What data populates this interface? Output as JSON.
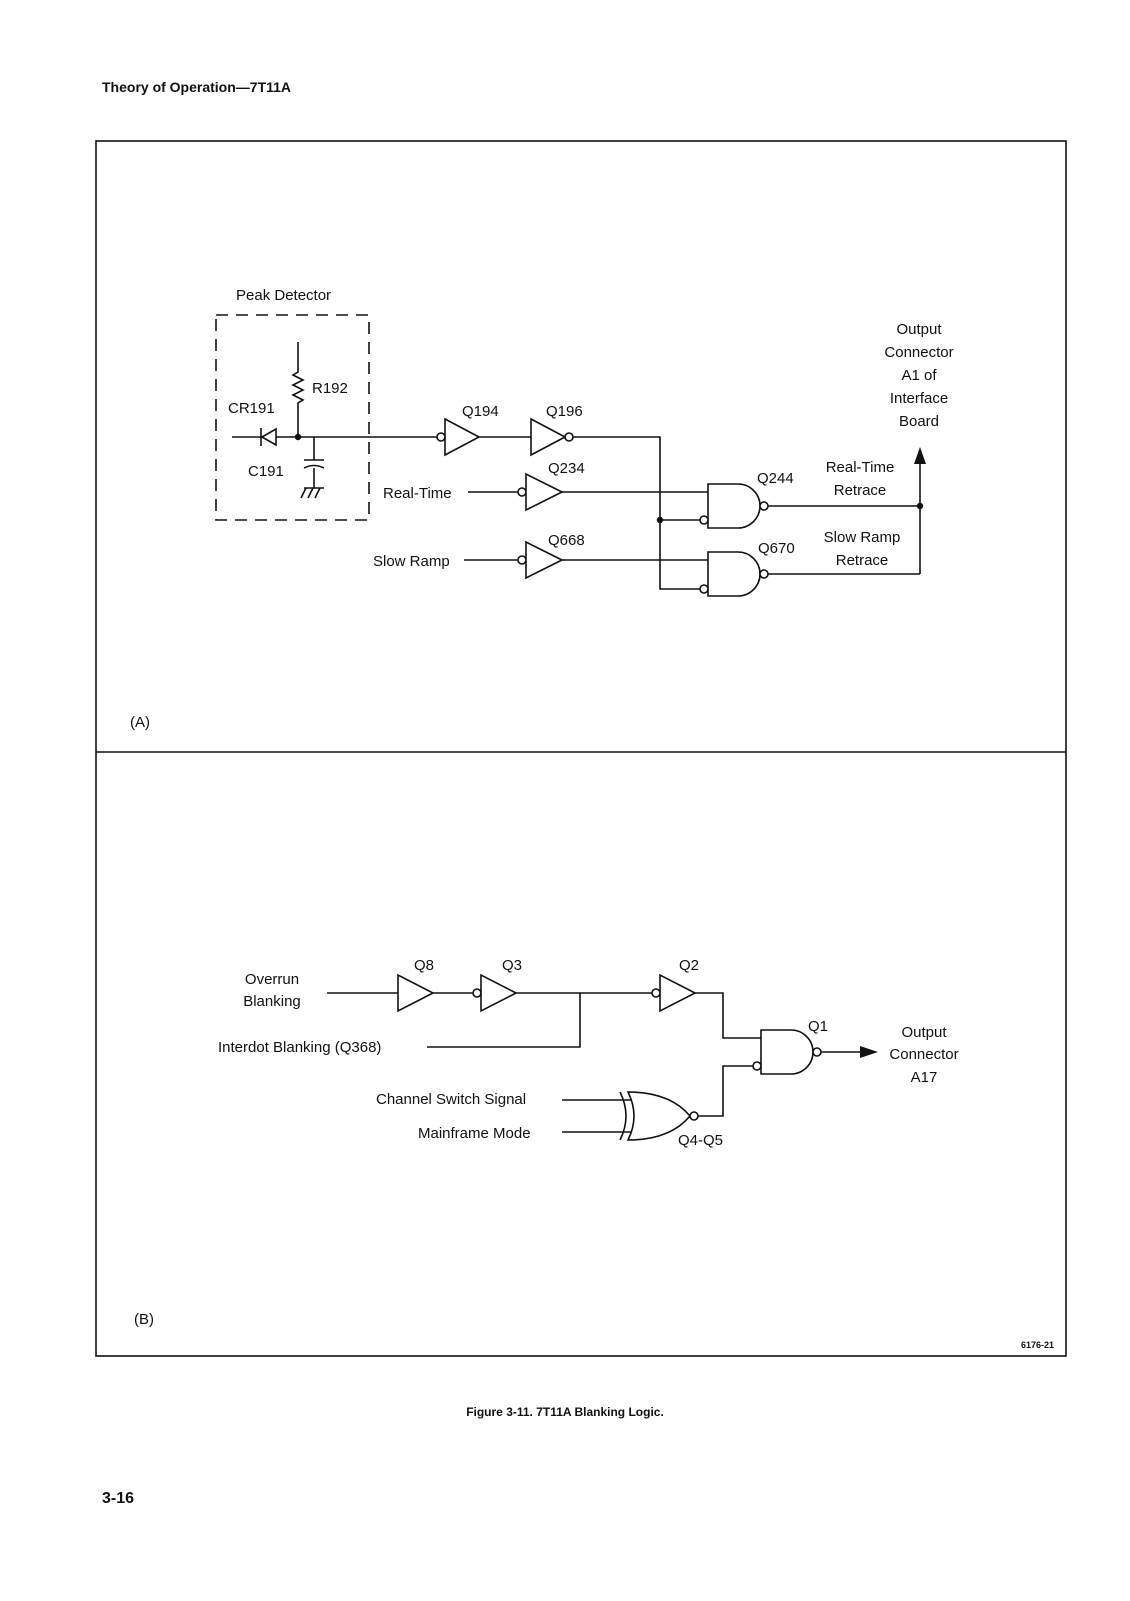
{
  "page": {
    "header": "Theory of Operation—7T11A",
    "caption": "Figure 3-11. 7T11A Blanking Logic.",
    "page_number": "3-16",
    "figure_code": "6176-21"
  },
  "panel_a": {
    "tag": "(A)",
    "peak_detector": "Peak Detector",
    "r192": "R192",
    "cr191": "CR191",
    "c191": "C191",
    "q194": "Q194",
    "q196": "Q196",
    "q234": "Q234",
    "q668": "Q668",
    "q244": "Q244",
    "q670": "Q670",
    "real_time": "Real-Time",
    "slow_ramp": "Slow Ramp",
    "real_time_retrace_1": "Real-Time",
    "real_time_retrace_2": "Retrace",
    "slow_ramp_retrace_1": "Slow Ramp",
    "slow_ramp_retrace_2": "Retrace",
    "output_1": "Output",
    "output_2": "Connector",
    "output_3": "A1 of",
    "output_4": "Interface",
    "output_5": "Board"
  },
  "panel_b": {
    "tag": "(B)",
    "overrun_1": "Overrun",
    "overrun_2": "Blanking",
    "interdot": "Interdot  Blanking (Q368)",
    "channel_switch": "Channel Switch Signal",
    "mainframe_mode": "Mainframe Mode",
    "q8": "Q8",
    "q3": "Q3",
    "q2": "Q2",
    "q1": "Q1",
    "q4q5": "Q4-Q5",
    "output_1": "Output",
    "output_2": "Connector",
    "output_3": "A17"
  }
}
